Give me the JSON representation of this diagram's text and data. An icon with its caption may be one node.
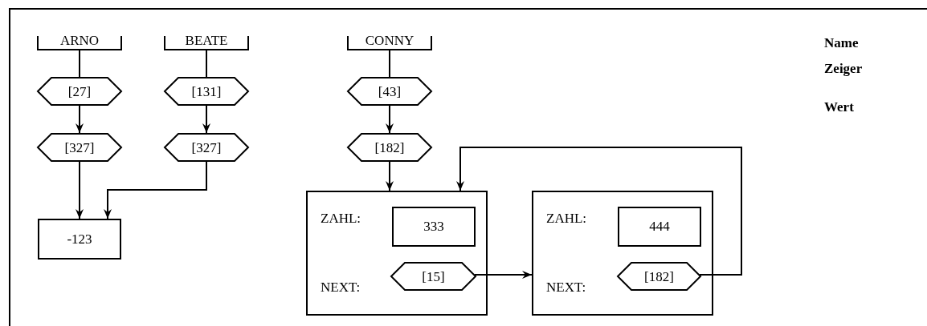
{
  "diagram": {
    "nodes": [
      {
        "text": [
          "ARNO"
        ]
      },
      {
        "text": [
          "BEATE"
        ]
      },
      {
        "text": [
          "CONNY"
        ]
      },
      {
        "text": [
          "[27]"
        ]
      },
      {
        "text": [
          "[131]"
        ]
      },
      {
        "text": [
          "[43]"
        ]
      },
      {
        "text": [
          "[327]"
        ]
      },
      {
        "text": [
          "[327]"
        ]
      },
      {
        "text": [
          "[182]"
        ]
      },
      {
        "text": [
          "-123"
        ]
      },
      {
        "text": [
          "ZAHL:",
          "NEXT:"
        ]
      },
      {
        "text": [
          "333"
        ],
        "in": 10
      },
      {
        "text": [
          "[15]"
        ],
        "in": 10
      },
      {
        "text": [
          "ZAHL:",
          "NEXT:"
        ]
      },
      {
        "text": [
          "444"
        ],
        "in": 13
      },
      {
        "text": [
          "[182]"
        ],
        "in": 13
      }
    ],
    "edges": [
      {
        "from": 0,
        "to": 3,
        "arrow": "none"
      },
      {
        "from": 1,
        "to": 4,
        "arrow": "none"
      },
      {
        "from": 2,
        "to": 5,
        "arrow": "none"
      },
      {
        "from": 3,
        "to": 6,
        "arrow": "to"
      },
      {
        "from": 4,
        "to": 7,
        "arrow": "to"
      },
      {
        "from": 5,
        "to": 8,
        "arrow": "to"
      },
      {
        "from": 6,
        "to": 9,
        "arrow": "to"
      },
      {
        "from": 7,
        "to": 9,
        "arrow": "to"
      },
      {
        "from": 8,
        "to": 10,
        "arrow": "to"
      },
      {
        "from": 12,
        "to": 13,
        "arrow": "to"
      },
      {
        "from": 15,
        "to": 10,
        "arrow": "to"
      }
    ],
    "labels": [
      "Name",
      "Zeiger",
      "Wert"
    ]
  }
}
